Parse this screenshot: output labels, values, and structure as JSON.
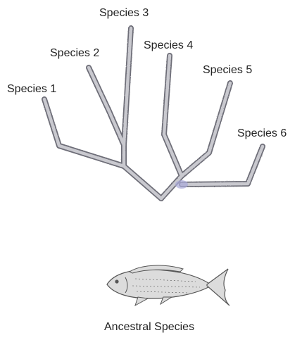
{
  "diagram": {
    "species_labels": [
      {
        "id": "species-1",
        "text": "Species 1"
      },
      {
        "id": "species-2",
        "text": "Species 2"
      },
      {
        "id": "species-3",
        "text": "Species 3"
      },
      {
        "id": "species-4",
        "text": "Species 4"
      },
      {
        "id": "species-5",
        "text": "Species 5"
      },
      {
        "id": "species-6",
        "text": "Species 6"
      }
    ],
    "ancestor_label": "Ancestral Species",
    "colors": {
      "branch_fill": "#c9c9cf",
      "branch_edge": "#6e6e78",
      "node_highlight": "#a9a9d8",
      "fish_fill": "#dcdcdc",
      "fish_edge": "#555555",
      "text": "#222222"
    },
    "icons": {
      "ancestor": "fish-icon"
    }
  }
}
